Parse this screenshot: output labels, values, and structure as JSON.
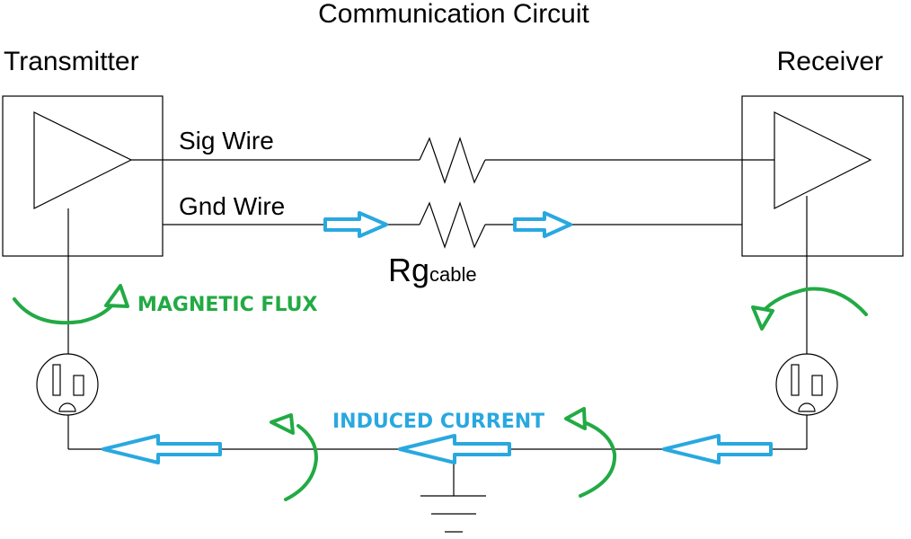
{
  "title": "Communication Circuit",
  "transmitter_label": "Transmitter",
  "receiver_label": "Receiver",
  "sig_wire_label": "Sig Wire",
  "gnd_wire_label": "Gnd Wire",
  "resistor_label_main": "Rg",
  "resistor_label_sub": "cable",
  "magnetic_flux_label": "MAGNETIC FLUX",
  "induced_current_label": "INDUCED CURRENT",
  "colors": {
    "line": "#000000",
    "current_arrow": "#29a8e0",
    "flux_arrow": "#22aa44"
  }
}
